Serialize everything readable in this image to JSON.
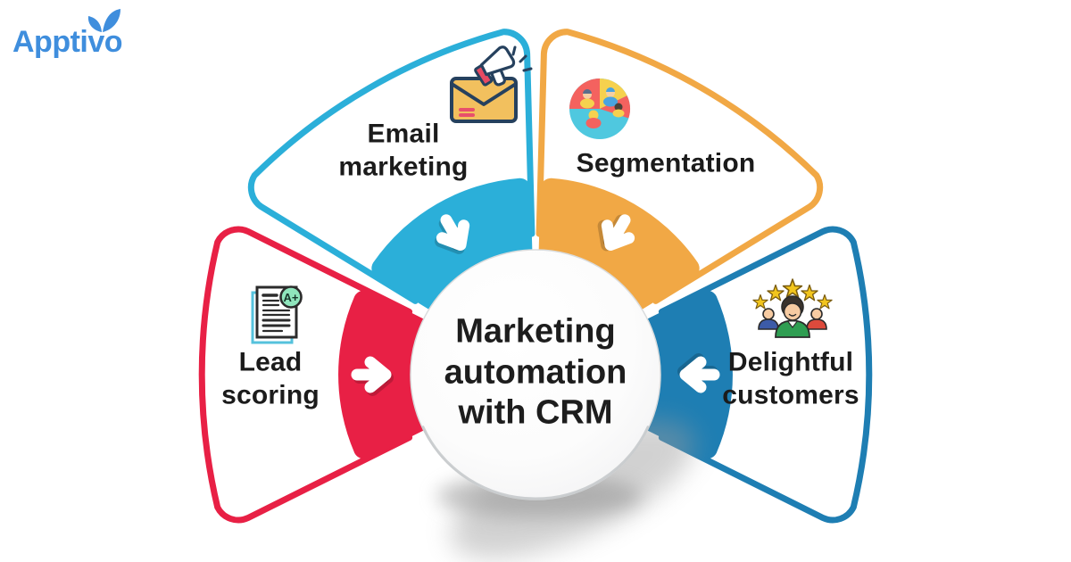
{
  "page": {
    "background": "#FFFFFF"
  },
  "brand": {
    "logo_text": "Apptivo",
    "logo_color": "#3F8EDD",
    "leaf_icon": "leaf-icon"
  },
  "center": {
    "title": "Marketing\nautomation\nwith CRM",
    "text_color": "#1D1D1D",
    "fill": "#FFFFFF"
  },
  "petals": [
    {
      "id": "lead-scoring",
      "label": "Lead\nscoring",
      "color": "#E82045",
      "icon": "lead-scoring-icon",
      "arrow_direction": "right"
    },
    {
      "id": "email-marketing",
      "label": "Email\nmarketing",
      "color": "#2BAFD9",
      "icon": "email-marketing-icon",
      "arrow_direction": "down-right"
    },
    {
      "id": "segmentation",
      "label": "Segmentation",
      "color": "#F1A845",
      "icon": "segmentation-icon",
      "arrow_direction": "down-left"
    },
    {
      "id": "delightful-customers",
      "label": "Delightful\ncustomers",
      "color": "#1E7EB3",
      "icon": "delightful-customers-icon",
      "arrow_direction": "left"
    }
  ],
  "colors": {
    "petal_fill": "#FFFFFF",
    "arrow": "#FFFFFF",
    "star_gold": "#F2C51D",
    "label_text": "#1B1B1B"
  }
}
